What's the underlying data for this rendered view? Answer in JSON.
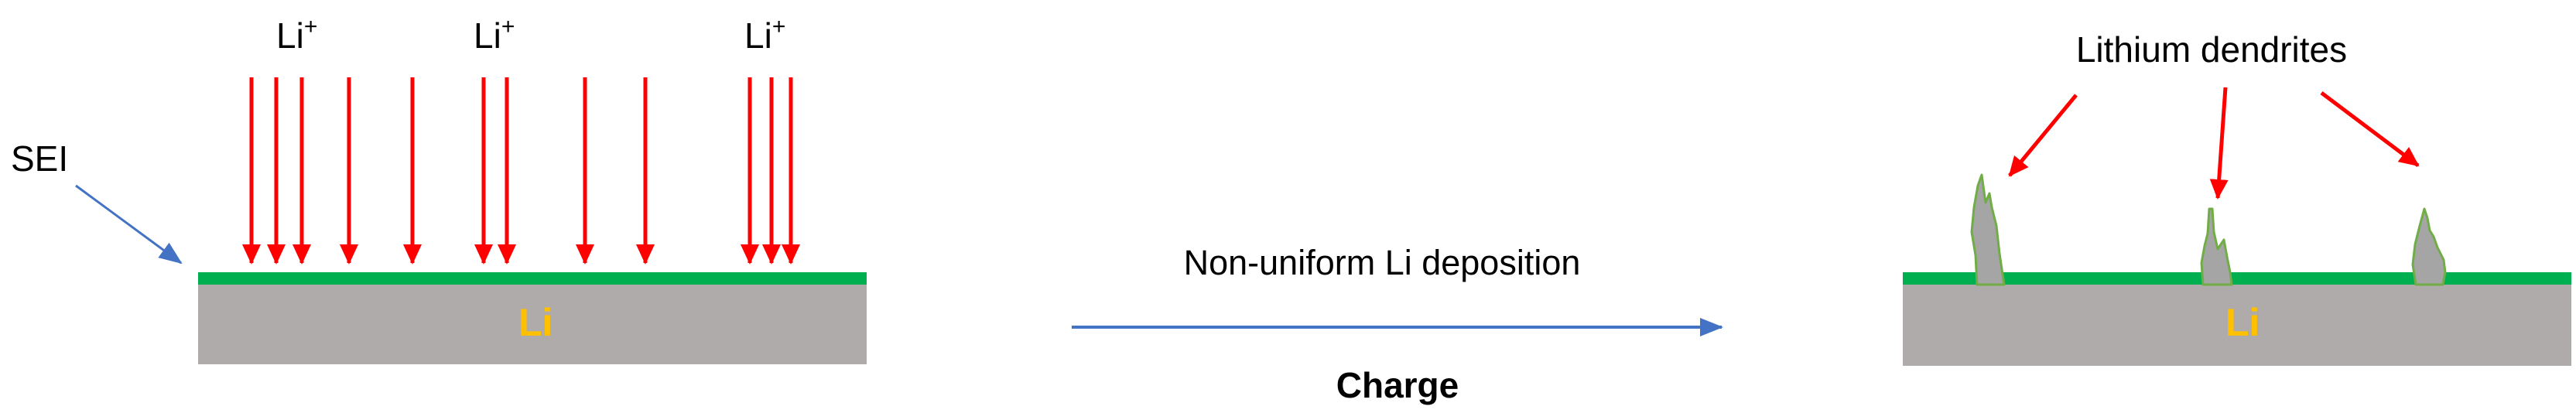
{
  "left_panel": {
    "ion_label_base": "Li",
    "ion_label_charge": "+",
    "sei_label": "SEI",
    "substrate_label": "Li"
  },
  "center": {
    "process_label": "Non-uniform Li deposition",
    "condition_label": "Charge"
  },
  "right_panel": {
    "dendrite_label": "Lithium dendrites",
    "substrate_label": "Li"
  },
  "colors": {
    "ion_arrow": "#ff0000",
    "sei_layer": "#00b050",
    "substrate": "#afabab",
    "substrate_text": "#ffc000",
    "process_arrow": "#4472c4",
    "dendrite_fill": "#a5a5a5",
    "dendrite_edge": "#70ad47"
  },
  "icons": {
    "ion_arrows": "down-arrow",
    "process_arrow": "right-arrow",
    "dendrites": "dendrite-shape"
  }
}
